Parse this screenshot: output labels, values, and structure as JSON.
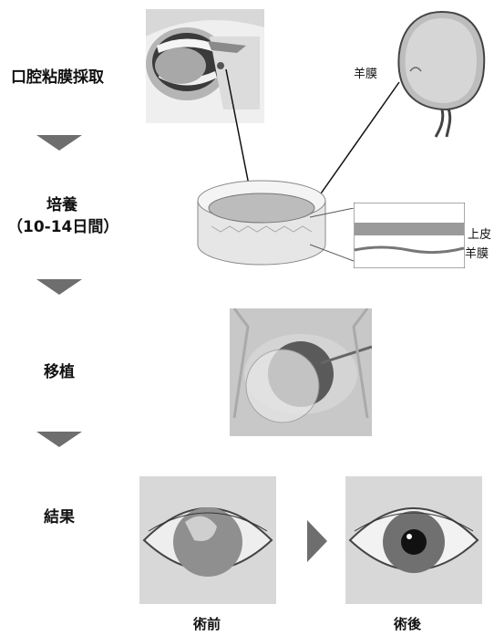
{
  "steps": {
    "collect": "口腔粘膜採取",
    "culture_line1": "培養",
    "culture_line2": "（10-14日間）",
    "transplant": "移植",
    "result": "結果"
  },
  "labels": {
    "amnion_top": "羊膜",
    "epithelium": "上皮",
    "amnion_layer": "羊膜"
  },
  "captions": {
    "before": "術前",
    "after": "術後"
  }
}
